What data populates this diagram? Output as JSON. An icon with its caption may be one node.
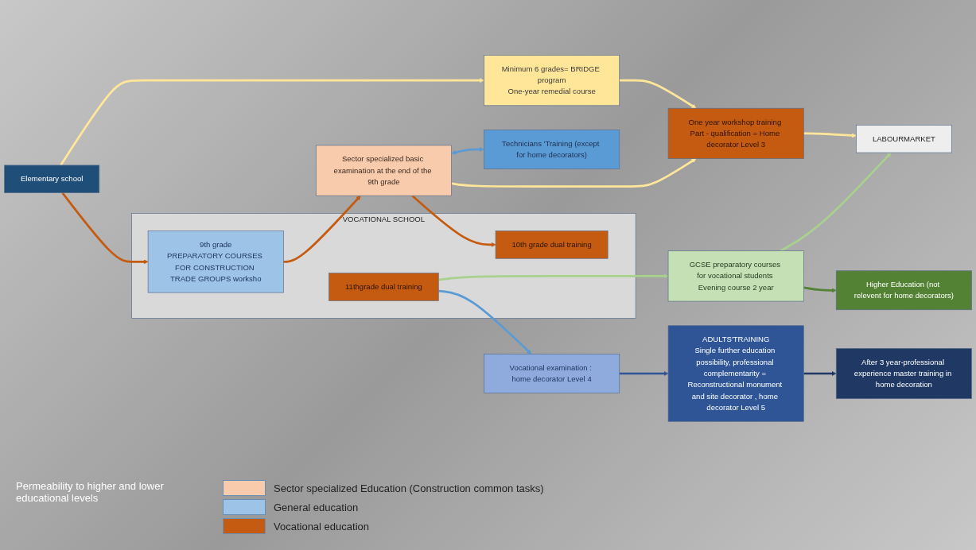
{
  "diagram": {
    "nodes": [
      {
        "text": [
          "Elementary school"
        ]
      },
      {
        "text": [
          "Technicians 'Training (except for home decorators)"
        ]
      },
      {
        "text": [
          "Higher Education (not relevent for home decorators)"
        ]
      },
      {
        "text": [
          "Minimum 6 grades= BRIDGE program",
          "One-year remedial course"
        ]
      },
      {
        "text": [
          "One year workshop training Part - qualification = Home decorator Level 3"
        ]
      },
      {
        "text": [
          "Sector specialized basic examination at the end of the 9th grade"
        ]
      },
      {
        "text": [
          "GCSE preparatory courses for vocational students Evening course 2 year"
        ]
      },
      {
        "text": [
          "VOCATIONAL SCHOOL"
        ]
      },
      {
        "text": [
          "9th grade",
          "PREPARATORY COURSES FOR CONSTRUCTION TRADE GROUPS worksho"
        ],
        "in": 7
      },
      {
        "text": [
          "10th grade dual training"
        ],
        "in": 7
      },
      {
        "text": [
          "11thgrade dual training"
        ],
        "in": 7
      },
      {
        "text": [
          "Vocational examination : home decorator Level 4"
        ]
      },
      {
        "text": [
          "LABOURMARKET"
        ]
      },
      {
        "text": [
          "ADULTS'TRAINING",
          "Single further education possibility, professional complementarity = Reconstructional monument and site decorator , home decorator Level 5"
        ]
      },
      {
        "text": [
          "After 3 year-professional experience master training in home decoration"
        ]
      }
    ],
    "edges": [
      {
        "from": 0,
        "to": 3,
        "arrow": "to",
        "color": "#ffe699"
      },
      {
        "from": 0,
        "to": 8,
        "arrow": "to",
        "color": "#c55a11"
      },
      {
        "from": 3,
        "to": 4,
        "arrow": "to",
        "color": "#ffe699"
      },
      {
        "from": 5,
        "to": 4,
        "arrow": "to",
        "color": "#ffe699"
      },
      {
        "from": 4,
        "to": 12,
        "arrow": "to",
        "color": "#ffe699"
      },
      {
        "from": 5,
        "to": 1,
        "arrow": "both",
        "color": "#5b9bd5"
      },
      {
        "from": 8,
        "to": 5,
        "arrow": "to",
        "color": "#c55a11"
      },
      {
        "from": 5,
        "to": 9,
        "arrow": "to",
        "color": "#c55a11"
      },
      {
        "from": 6,
        "to": 2,
        "arrow": "to",
        "color": "#548235"
      },
      {
        "from": 10,
        "to": 6,
        "arrow": "to",
        "color": "#a9d18e"
      },
      {
        "from": 6,
        "to": 12,
        "arrow": "to",
        "color": "#a9d18e"
      },
      {
        "from": 10,
        "to": 11,
        "arrow": "to",
        "color": "#5b9bd5"
      },
      {
        "from": 11,
        "to": 13,
        "arrow": "to",
        "color": "#2f5597"
      },
      {
        "from": 13,
        "to": 14,
        "arrow": "to",
        "color": "#1f3864"
      }
    ],
    "labels": [
      "Permeability to higher and lower educational levels"
    ],
    "legend": [
      {
        "text": "Sector specialized Education (Construction common tasks)",
        "color": "#f8cbad"
      },
      {
        "text": "General education",
        "color": "#9dc3e6"
      },
      {
        "text": "Vocational education",
        "color": "#c55a11"
      }
    ]
  }
}
